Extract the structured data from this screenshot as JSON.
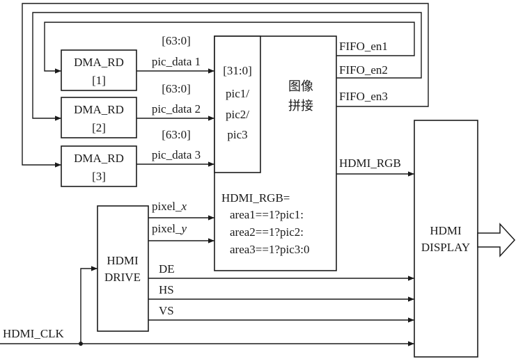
{
  "dma": [
    {
      "title": "DMA_RD",
      "index": "[1]",
      "bus": "[63:0]",
      "signal": "pic_data 1"
    },
    {
      "title": "DMA_RD",
      "index": "[2]",
      "bus": "[63:0]",
      "signal": "pic_data 2"
    },
    {
      "title": "DMA_RD",
      "index": "[3]",
      "bus": "[63:0]",
      "signal": "pic_data 3"
    }
  ],
  "fifo": [
    "FIFO_en1",
    "FIFO_en2",
    "FIFO_en3"
  ],
  "merge": {
    "inner": [
      "[31:0]",
      "pic1/",
      "pic2/",
      "pic3"
    ],
    "title": [
      "图像",
      "拼接"
    ],
    "formula": [
      "HDMI_RGB=",
      "area1==1?pic1:",
      "area2==1?pic2:",
      "area3==1?pic3:0"
    ]
  },
  "hdmi_rgb": "HDMI_RGB",
  "drive": {
    "title": [
      "HDMI",
      "DRIVE"
    ],
    "pixel_x": {
      "prefix": "pixel_",
      "var": "x"
    },
    "pixel_y": {
      "prefix": "pixel_",
      "var": "y"
    },
    "outputs": [
      "DE",
      "HS",
      "VS"
    ]
  },
  "display": [
    "HDMI",
    "DISPLAY"
  ],
  "clock": "HDMI_CLK"
}
